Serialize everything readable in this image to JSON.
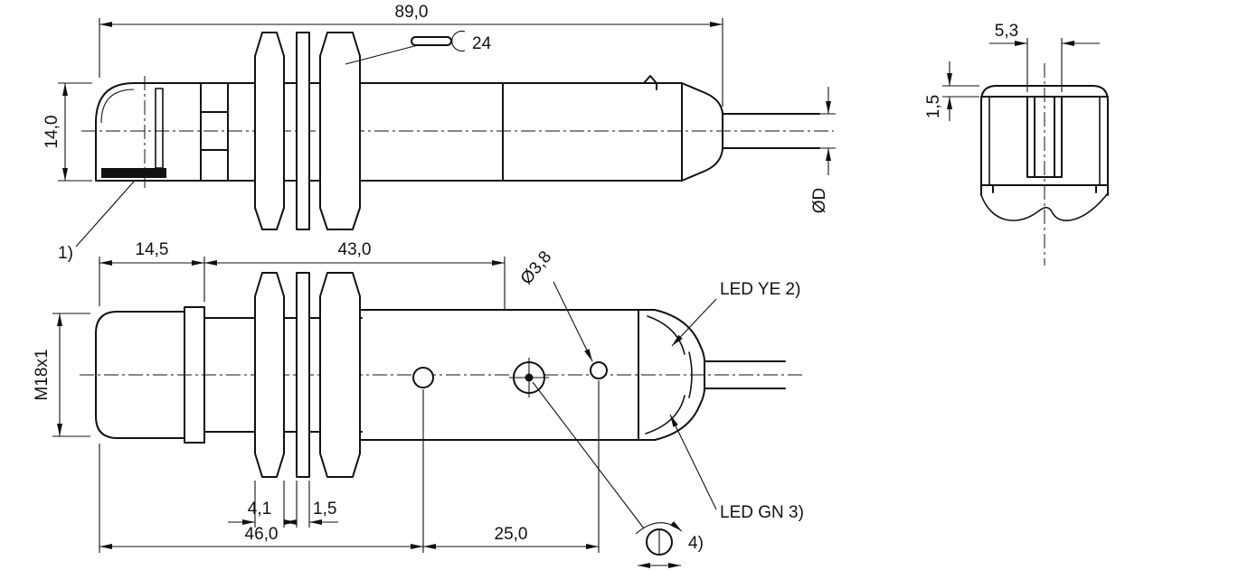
{
  "drawing": {
    "top_view": {
      "dim_overall_length": "89,0",
      "dim_height": "14,0",
      "wrench_size": "24",
      "cable_diameter_label": "ØD",
      "footnote_1": "1)"
    },
    "side_view": {
      "dim_head_length": "14,5",
      "dim_thread_length": "43,0",
      "thread_label": "M18x1",
      "hole_diameter_label": "Ø3,8",
      "led_yellow_label": "LED YE 2)",
      "led_green_label": "LED GN 3)",
      "dim_nut_thickness": "4,1",
      "dim_washer_thickness": "1,5",
      "dim_hole1_position": "46,0",
      "dim_hole2_offset": "25,0",
      "footnote_4": "4)"
    },
    "end_view": {
      "dim_slot_width": "5,3",
      "dim_slot_offset": "1,5"
    }
  }
}
